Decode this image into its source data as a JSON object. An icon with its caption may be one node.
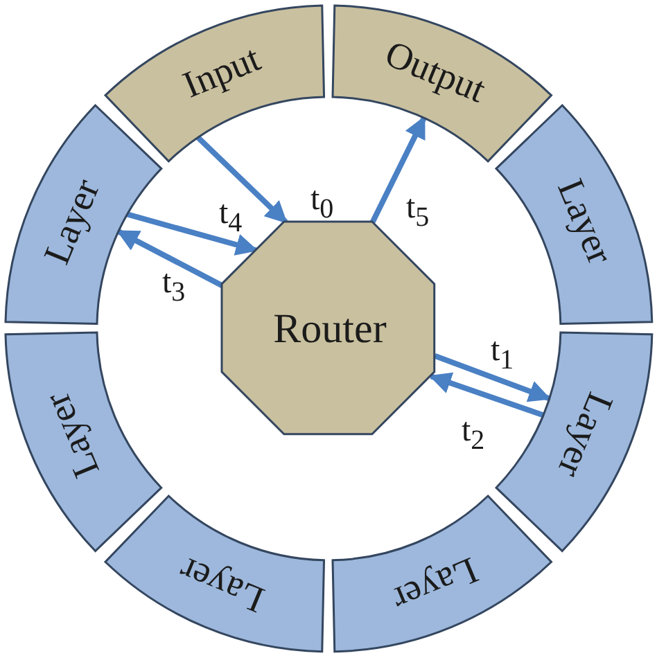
{
  "diagram": {
    "nodes": [
      {
        "text": [
          "Input"
        ]
      },
      {
        "text": [
          "Output"
        ]
      },
      {
        "text": [
          "Layer"
        ]
      },
      {
        "text": [
          "Layer"
        ]
      },
      {
        "text": [
          "Layer"
        ]
      },
      {
        "text": [
          "Layer"
        ]
      },
      {
        "text": [
          "Layer"
        ]
      },
      {
        "text": [
          "Layer"
        ]
      },
      {
        "text": [
          "Router"
        ]
      }
    ],
    "edges": [
      {
        "from": 0,
        "to": 8,
        "arrow": "to",
        "label": "t$_{0}$"
      },
      {
        "from": 8,
        "to": 1,
        "arrow": "to",
        "label": "t$_{5}$"
      },
      {
        "from": 2,
        "to": 8,
        "arrow": "to",
        "label": "t$_{4}$"
      },
      {
        "from": 8,
        "to": 2,
        "arrow": "to",
        "label": "t$_{3}$"
      },
      {
        "from": 8,
        "to": 5,
        "arrow": "to",
        "label": "t$_{1}$"
      },
      {
        "from": 5,
        "to": 8,
        "arrow": "to",
        "label": "t$_{2}$"
      }
    ]
  }
}
